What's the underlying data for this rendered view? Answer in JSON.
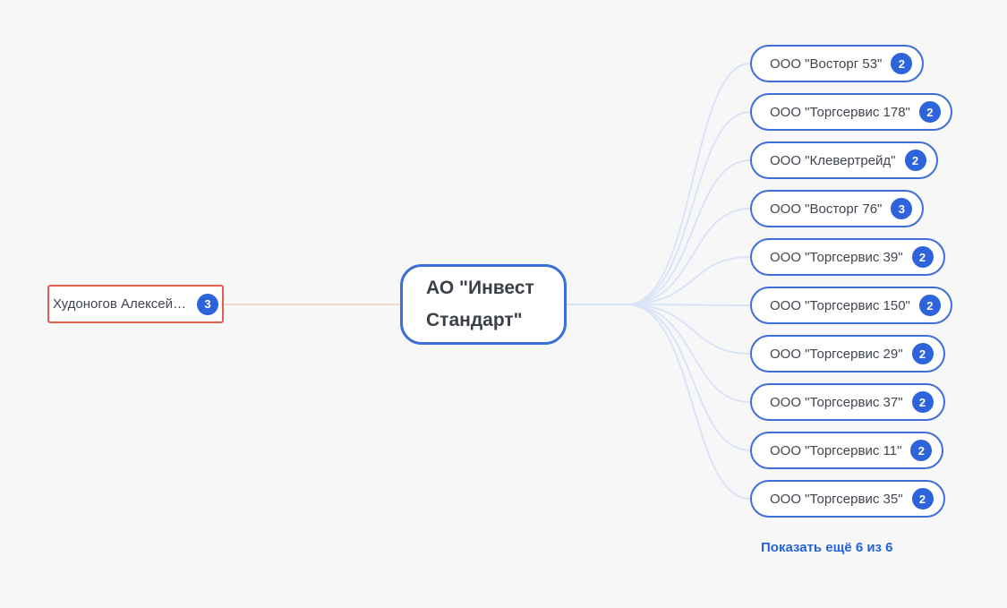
{
  "person": {
    "label": "Худоногов Алексей…",
    "badge": "3"
  },
  "root": {
    "label": "АО \"Инвест Стандарт\""
  },
  "companies": [
    {
      "label": "ООО \"Восторг 53\"",
      "badge": "2"
    },
    {
      "label": "ООО \"Торгсервис 178\"",
      "badge": "2"
    },
    {
      "label": "ООО \"Клевертрейд\"",
      "badge": "2"
    },
    {
      "label": "ООО \"Восторг 76\"",
      "badge": "3"
    },
    {
      "label": "ООО \"Торгсервис 39\"",
      "badge": "2"
    },
    {
      "label": "ООО \"Торгсервис 150\"",
      "badge": "2"
    },
    {
      "label": "ООО \"Торгсервис 29\"",
      "badge": "2"
    },
    {
      "label": "ООО \"Торгсервис 37\"",
      "badge": "2"
    },
    {
      "label": "ООО \"Торгсервис 11\"",
      "badge": "2"
    },
    {
      "label": "ООО \"Торгсервис 35\"",
      "badge": "2"
    }
  ],
  "show_more": {
    "label": "Показать ещё 6 из 6"
  },
  "colors": {
    "accent_blue": "#3e6edb",
    "badge_blue": "#2d63db",
    "person_red": "#e0614b",
    "link_blue": "#2563da",
    "curve_blue": "#dbe4f7",
    "curve_red": "#f5d8d3",
    "text_dark": "#40454e",
    "canvas_bg": "#f7f7f8"
  }
}
